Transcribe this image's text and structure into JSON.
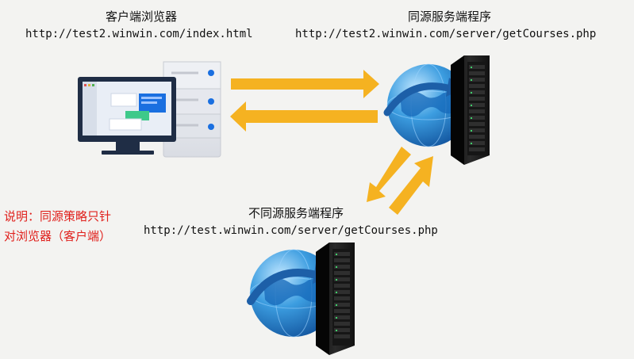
{
  "client": {
    "title": "客户端浏览器",
    "url": "http://test2.winwin.com/index.html"
  },
  "same_origin_server": {
    "title": "同源服务端程序",
    "url": "http://test2.winwin.com/server/getCourses.php"
  },
  "cross_origin_server": {
    "title": "不同源服务端程序",
    "url": "http://test.winwin.com/server/getCourses.php"
  },
  "note": {
    "line1": "说明：同源策略只针",
    "line2": "对浏览器（客户端）"
  },
  "colors": {
    "arrow": "#f5b221",
    "note": "#e0201c",
    "globe": "#2b8fd8",
    "server": "#1c1c1c"
  },
  "icons": [
    "computer-server-icon",
    "globe-server-icon"
  ]
}
